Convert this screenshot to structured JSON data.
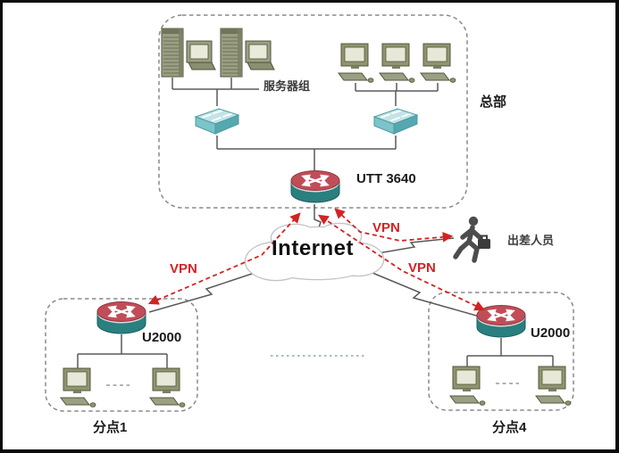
{
  "headquarters": {
    "zone_label": "总部",
    "server_group_label": "服务器组",
    "router_label": "UTT 3640"
  },
  "internet": {
    "label": "Internet"
  },
  "traveler": {
    "label": "出差人员"
  },
  "vpn_links": {
    "left_label": "VPN",
    "top_right_label": "VPN",
    "bottom_right_label": "VPN"
  },
  "branch1": {
    "zone_label": "分点1",
    "router_label": "U2000"
  },
  "branch4": {
    "zone_label": "分点4",
    "router_label": "U2000"
  },
  "icons": {
    "hq_router": "cylinder-router-icon",
    "branch_router": "cylinder-router-icon",
    "switch": "lan-switch-icon",
    "server_group": "server-tower-with-monitor-icon",
    "workstation": "desktop-pc-icon",
    "traveler": "running-person-with-briefcase-icon",
    "internet": "cloud-icon"
  },
  "colors": {
    "vpn_red": "#d42222",
    "router_top_red": "#c04d58",
    "router_body_teal": "#2a7f7f",
    "switch_teal": "#7cc4ca",
    "device_olive": "#9aa083",
    "line_grey": "#5a5a5a",
    "zone_border_grey": "#8a8a8a",
    "cloud_outline": "#c2c2c2"
  }
}
